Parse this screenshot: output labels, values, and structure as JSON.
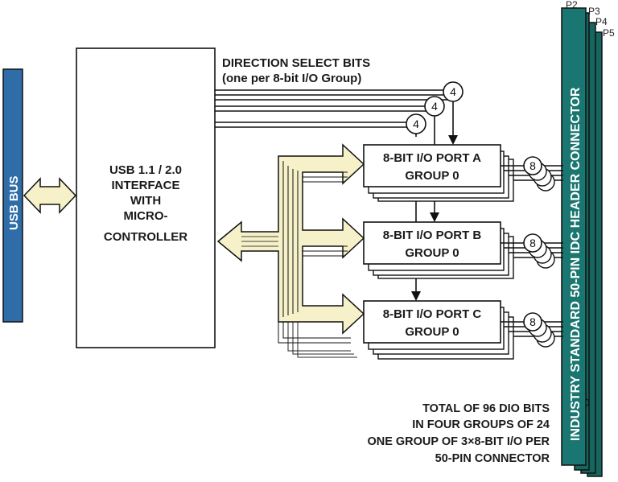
{
  "usb_bus": {
    "label": "USB BUS"
  },
  "controller": {
    "lines": [
      "USB 1.1 / 2.0",
      "INTERFACE",
      "WITH",
      "MICRO-",
      "CONTROLLER"
    ]
  },
  "direction": {
    "line1": "DIRECTION SELECT BITS",
    "line2": "(one per 8-bit I/O Group)"
  },
  "dir_badges": [
    "4",
    "4",
    "4"
  ],
  "ports": [
    {
      "line1": "8-BIT I/O PORT A",
      "line2": "GROUP 0",
      "width_badge": "8"
    },
    {
      "line1": "8-BIT I/O PORT B",
      "line2": "GROUP 0",
      "width_badge": "8"
    },
    {
      "line1": "8-BIT I/O PORT C",
      "line2": "GROUP 0",
      "width_badge": "8"
    }
  ],
  "connector": {
    "label": "INDUSTRY STANDARD 50-PIN IDC HEADER CONNECTOR",
    "pins": [
      "P2",
      "P3",
      "P4",
      "P5"
    ]
  },
  "note": {
    "lines": [
      "TOTAL OF 96 DIO BITS",
      "IN FOUR GROUPS OF 24",
      "ONE GROUP OF 3×8-BIT I/O PER",
      "50-PIN CONNECTOR"
    ]
  },
  "colors": {
    "usb_bar": "#2e6da8",
    "connector": "#1a7670",
    "bus_arrow_fill": "#f6f1c8",
    "line": "#1a1a1a"
  }
}
